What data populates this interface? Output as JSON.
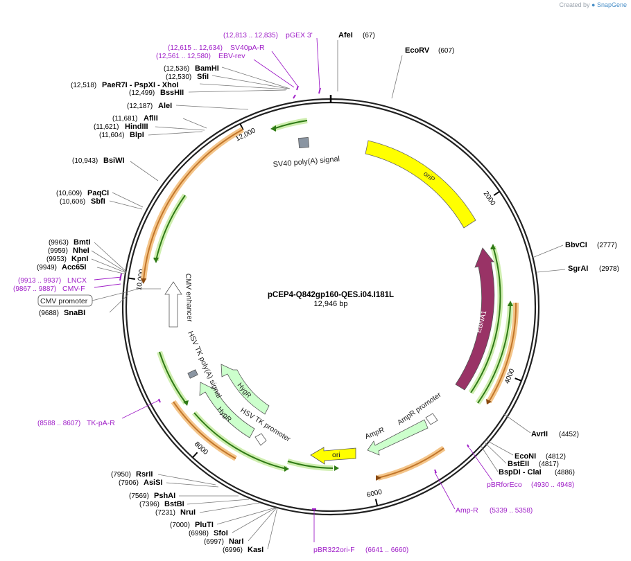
{
  "credit": {
    "prefix": "Created by",
    "brand": "SnapGene"
  },
  "plasmid": {
    "name": "pCEP4-Q842gp160-QES.i04.I181L",
    "size_label": "12,946 bp",
    "length": 12946
  },
  "ticks": [
    {
      "label": "2000",
      "pos": 2000
    },
    {
      "label": "4000",
      "pos": 4000
    },
    {
      "label": "6000",
      "pos": 6000
    },
    {
      "label": "8000",
      "pos": 8000
    },
    {
      "label": "10,000",
      "pos": 10000
    },
    {
      "label": "12,000",
      "pos": 12000
    }
  ],
  "sites": [
    {
      "name": "AfeI",
      "pos": "(67)"
    },
    {
      "name": "EcoRV",
      "pos": "(607)"
    },
    {
      "name": "BbvCI",
      "pos": "(2777)"
    },
    {
      "name": "SgrAI",
      "pos": "(2978)"
    },
    {
      "name": "AvrII",
      "pos": "(4452)"
    },
    {
      "name": "EcoNI",
      "pos": "(4812)"
    },
    {
      "name": "BstEII",
      "pos": "(4817)"
    },
    {
      "name": "BspDI - ClaI",
      "pos": "(4886)"
    },
    {
      "name": "KasI",
      "pos": "(6996)"
    },
    {
      "name": "NarI",
      "pos": "(6997)"
    },
    {
      "name": "SfoI",
      "pos": "(6998)"
    },
    {
      "name": "PluTI",
      "pos": "(7000)"
    },
    {
      "name": "NruI",
      "pos": "(7231)"
    },
    {
      "name": "BstBI",
      "pos": "(7396)"
    },
    {
      "name": "PshAI",
      "pos": "(7569)"
    },
    {
      "name": "AsiSI",
      "pos": "(7906)"
    },
    {
      "name": "RsrII",
      "pos": "(7950)"
    },
    {
      "name": "SnaBI",
      "pos": "(9688)"
    },
    {
      "name": "Acc65I",
      "pos": "(9949)"
    },
    {
      "name": "KpnI",
      "pos": "(9953)"
    },
    {
      "name": "NheI",
      "pos": "(9959)"
    },
    {
      "name": "BmtI",
      "pos": "(9963)"
    },
    {
      "name": "SbfI",
      "pos": "(10,606)"
    },
    {
      "name": "PaqCI",
      "pos": "(10,609)"
    },
    {
      "name": "BsiWI",
      "pos": "(10,943)"
    },
    {
      "name": "BlpI",
      "pos": "(11,604)"
    },
    {
      "name": "HindIII",
      "pos": "(11,621)"
    },
    {
      "name": "AflII",
      "pos": "(11,681)"
    },
    {
      "name": "AleI",
      "pos": "(12,187)"
    },
    {
      "name": "BssHII",
      "pos": "(12,499)"
    },
    {
      "name": "PaeR7I - PspXI - XhoI",
      "pos": "(12,518)"
    },
    {
      "name": "SfiI",
      "pos": "(12,530)"
    },
    {
      "name": "BamHI",
      "pos": "(12,536)"
    }
  ],
  "primers": [
    {
      "name": "pGEX 3'",
      "range": "(12,813 .. 12,835)"
    },
    {
      "name": "SV40pA-R",
      "range": "(12,615 .. 12,634)"
    },
    {
      "name": "EBV-rev",
      "range": "(12,561 .. 12,580)"
    },
    {
      "name": "LNCX",
      "range": "(9913 .. 9937)"
    },
    {
      "name": "CMV-F",
      "range": "(9867 .. 9887)"
    },
    {
      "name": "TK-pA-R",
      "range": "(8588 .. 8607)"
    },
    {
      "name": "pBRforEco",
      "range": "(4930 .. 4948)"
    },
    {
      "name": "Amp-R",
      "range": "(5339 .. 5358)"
    },
    {
      "name": "pBR322ori-F",
      "range": "(6641 .. 6660)"
    }
  ],
  "features": {
    "sv40": "SV40 poly(A) signal",
    "orip": "oriP",
    "ebna1": "EBNA1",
    "ampr_promoter": "AmpR promoter",
    "ampr": "AmpR",
    "ori": "ori",
    "hsv_tk_promoter": "HSV TK promoter",
    "hygr1": "HygR",
    "hygr2": "HygR",
    "hsv_tk_polya": "HSV TK poly(A) signal",
    "cmv_enhancer": "CMV enhancer",
    "cmv_promoter": "CMV promoter"
  },
  "colors": {
    "backbone": "#222222",
    "primer": "#a020c8",
    "orip": "#ffff00",
    "ebna1": "#993366",
    "ampr": "#ccffcc",
    "ori": "#ffff00",
    "orf_green": "#3c8c1e",
    "orf_orange": "#d07a20"
  }
}
